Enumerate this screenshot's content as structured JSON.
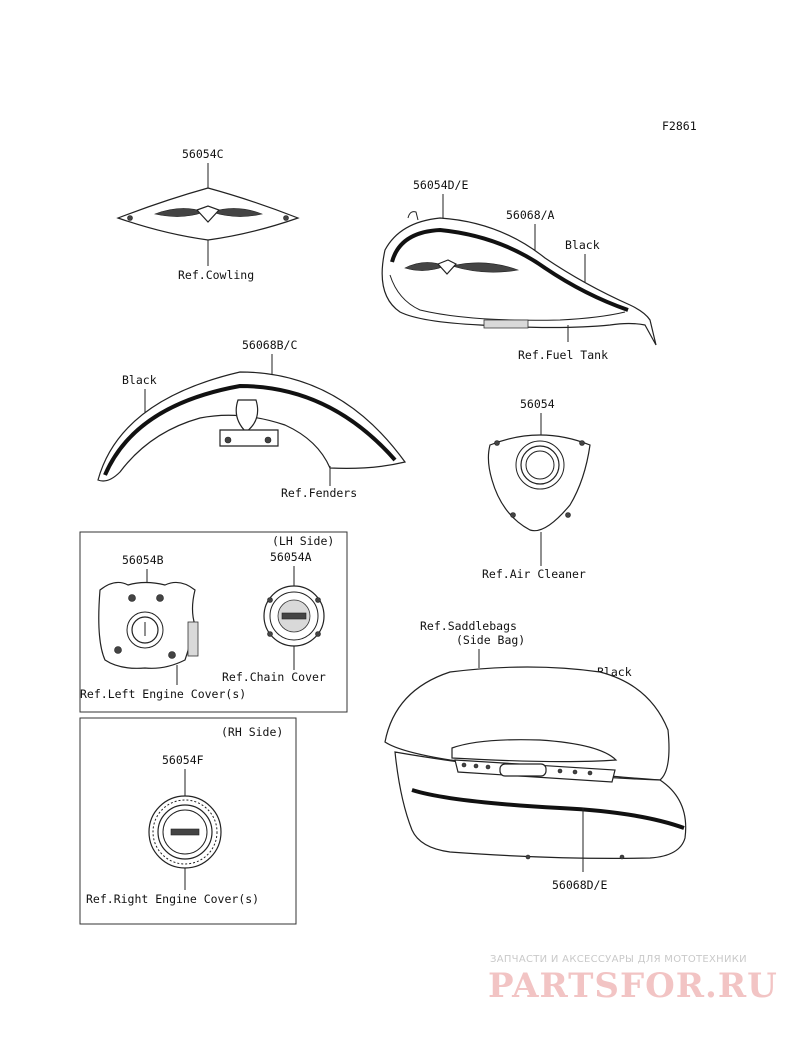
{
  "figure_code": "F2861",
  "labels": {
    "p56054C": "56054C",
    "ref_cowling": "Ref.Cowling",
    "p56054DE": "56054D/E",
    "p56068A": "56068/A",
    "black_tank": "Black",
    "ref_fuel_tank": "Ref.Fuel Tank",
    "p56068BC": "56068B/C",
    "black_fender": "Black",
    "ref_fenders": "Ref.Fenders",
    "p56054": "56054",
    "ref_air_cleaner": "Ref.Air Cleaner",
    "lh_side": "(LH Side)",
    "p56054B": "56054B",
    "p56054A": "56054A",
    "ref_chain_cover": "Ref.Chain Cover",
    "ref_left_engine_cover": "Ref.Left Engine Cover(s)",
    "ref_saddlebags": "Ref.Saddlebags",
    "side_bag": "(Side Bag)",
    "black_bag": "Black",
    "p56068DE": "56068D/E",
    "rh_side": "(RH Side)",
    "p56054F": "56054F",
    "ref_right_engine_cover": "Ref.Right Engine Cover(s)"
  },
  "watermark": {
    "tagline": "ЗАПЧАСТИ И АКСЕССУАРЫ ДЛЯ МОТОТЕХНИКИ",
    "logo": "PARTSFOR.RU"
  },
  "colors": {
    "line": "#222222",
    "watermark_logo": "#f2c4c4",
    "watermark_text": "#c9c9c9"
  }
}
